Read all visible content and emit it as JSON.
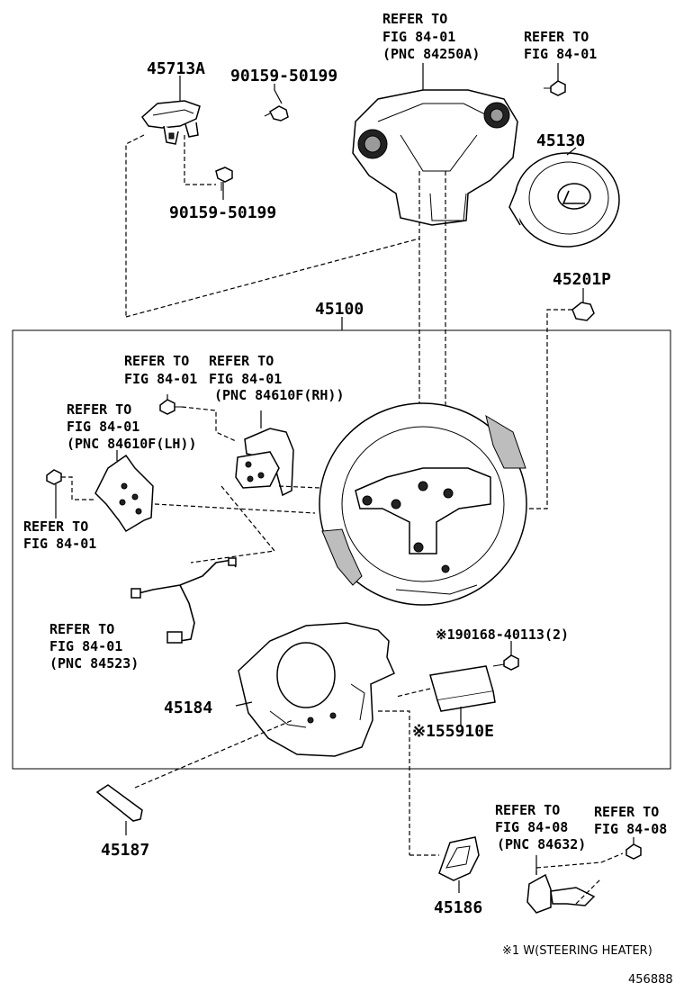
{
  "top_labels": {
    "refer_84250a": [
      "REFER TO",
      "FIG 84-01",
      "(PNC 84250A)"
    ],
    "refer_top_right": [
      "REFER TO",
      "FIG 84-01"
    ]
  },
  "part_numbers": {
    "p45713a": "45713A",
    "p90159_a": "90159-50199",
    "p90159_b": "90159-50199",
    "p45130": "45130",
    "p45201p": "45201P",
    "p45100": "45100",
    "p45184": "45184",
    "p90168": "※190168-40113(2)",
    "p55910e": "※155910E",
    "p45187": "45187",
    "p45186": "45186"
  },
  "inner_labels": {
    "refer_left_screw": [
      "REFER TO",
      "FIG 84-01"
    ],
    "refer_84610f_rh": [
      "REFER TO",
      "FIG 84-01",
      "(PNC 84610F(RH))"
    ],
    "refer_84610f_lh": [
      "REFER TO",
      "FIG 84-01",
      "(PNC 84610F(LH))"
    ],
    "refer_lower_left": [
      "REFER TO",
      "FIG 84-01"
    ],
    "refer_84523": [
      "REFER TO",
      "FIG 84-01",
      "(PNC 84523)"
    ]
  },
  "bottom_labels": {
    "refer_84632": [
      "REFER TO",
      "FIG 84-08",
      "(PNC 84632)"
    ],
    "refer_84_08": [
      "REFER TO",
      "FIG 84-08"
    ]
  },
  "footnote": "※1 W(STEERING HEATER)",
  "drawing_number": "456888"
}
